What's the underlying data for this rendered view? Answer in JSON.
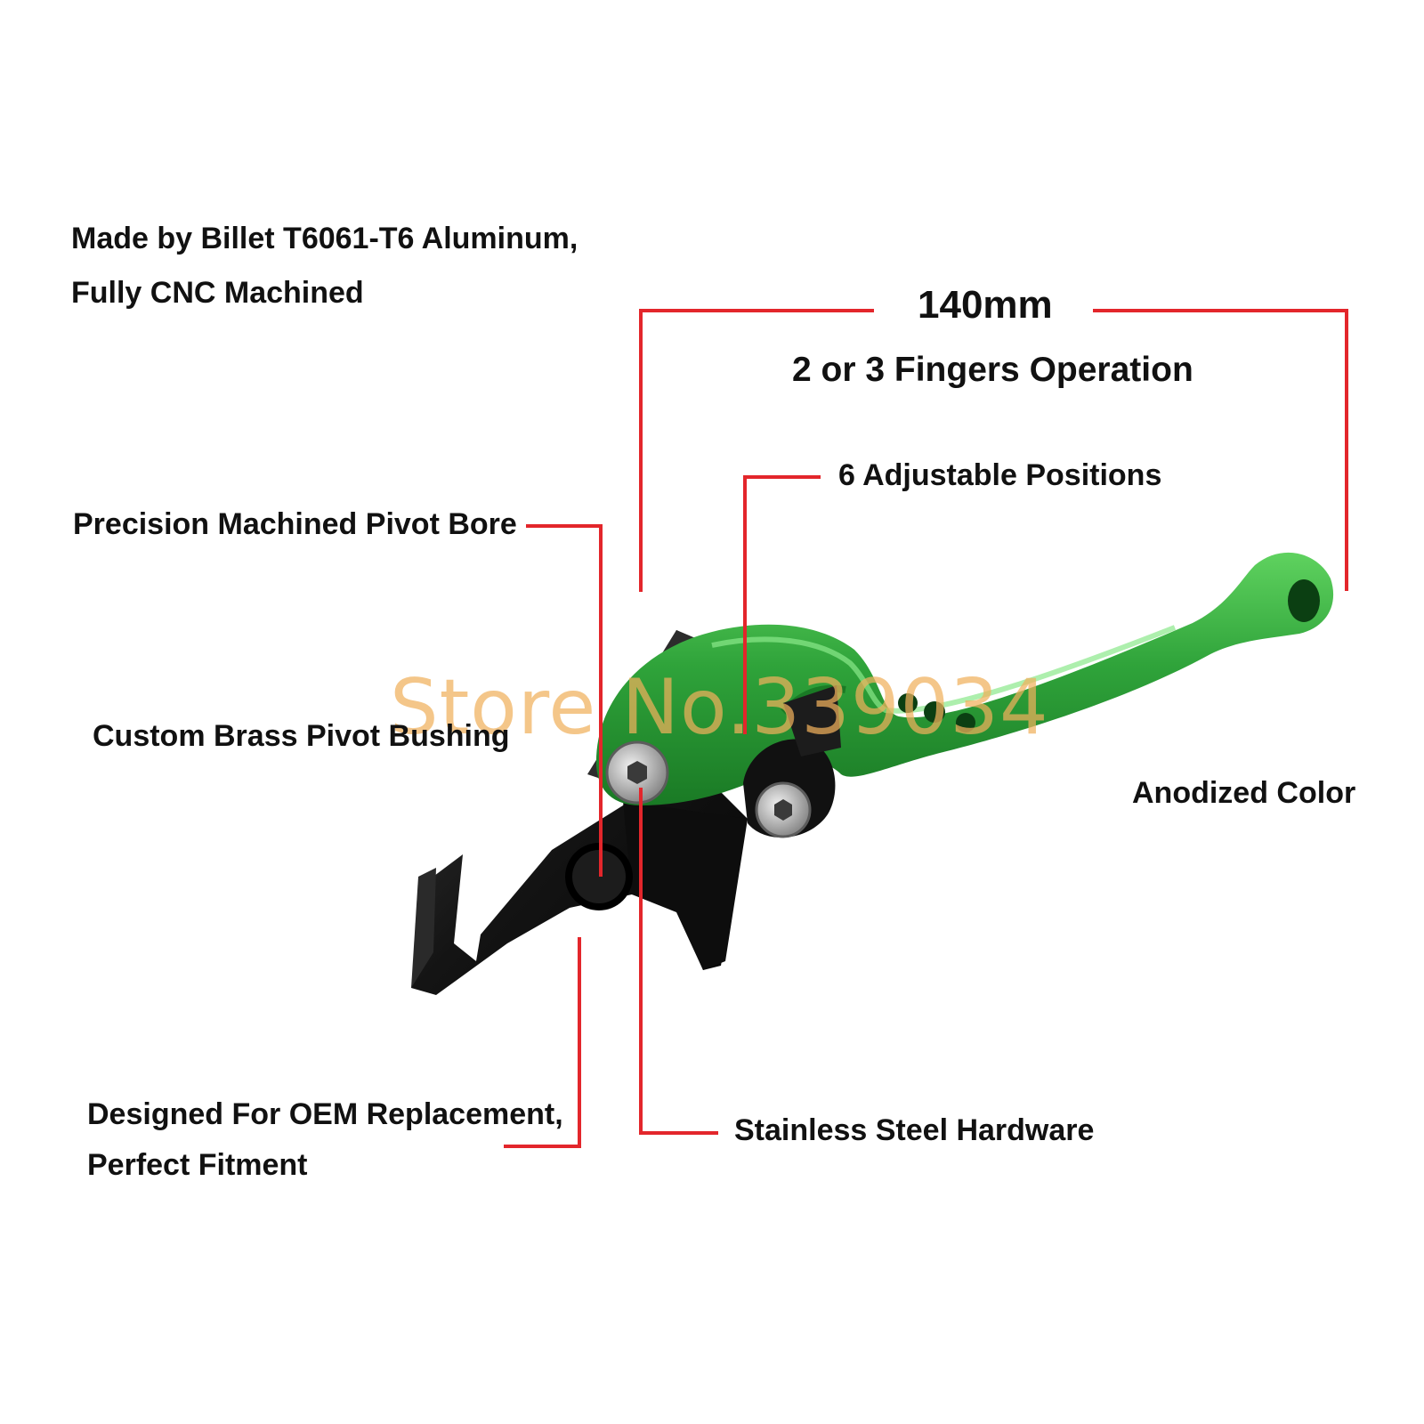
{
  "labels": {
    "material": [
      "Made by Billet T6061-T6 Aluminum,",
      "Fully CNC Machined"
    ],
    "length": "140mm",
    "fingers": "2 or 3 Fingers Operation",
    "positions": "6 Adjustable Positions",
    "pivot_bore": "Precision Machined Pivot Bore",
    "bushing": "Custom Brass Pivot Bushing",
    "color": "Anodized Color",
    "oem": [
      "Designed For OEM Replacement,",
      "Perfect Fitment"
    ],
    "hardware": "Stainless Steel Hardware"
  },
  "watermark": "Store No.339034",
  "colors": {
    "lever": "#2fa33a",
    "lever_highlight": "#5fd25f",
    "mount": "#141414",
    "callout": "#e3262b",
    "watermark": "#f0b15c"
  }
}
